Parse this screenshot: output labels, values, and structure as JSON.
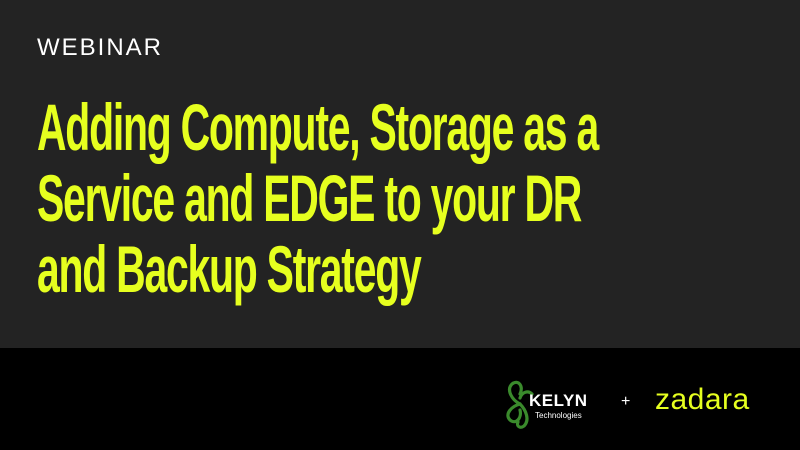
{
  "eyebrow": "WEBINAR",
  "headline": {
    "lines": [
      "Adding Compute, Storage as a",
      "Service and EDGE to your DR",
      "and Backup Strategy"
    ]
  },
  "partners": {
    "kelyn": {
      "name": "KELYN",
      "subtitle": "Technologies",
      "icon": "clover-logo-icon"
    },
    "separator": "+",
    "zadara": {
      "name": "zadara"
    }
  },
  "colors": {
    "background_top": "#232323",
    "background_bottom": "#000000",
    "accent": "#e6ff1f",
    "logo_green": "#3a8a2c",
    "text": "#ffffff"
  }
}
